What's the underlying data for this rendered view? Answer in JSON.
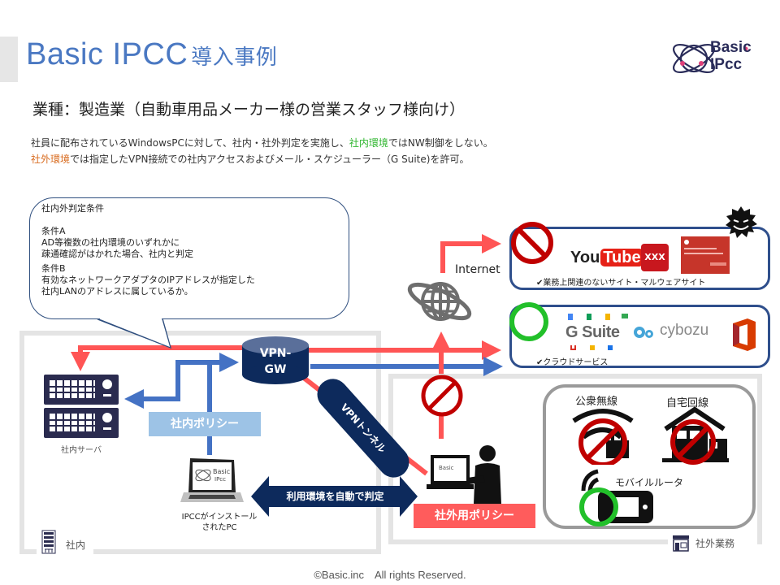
{
  "header": {
    "title_main": "Basic IPCC",
    "title_sub": "導入事例",
    "logo_line1": "Basic",
    "logo_line2": "IPcc"
  },
  "industry": "業種：製造業（自動車用品メーカー様の営業スタッフ様向け）",
  "description": {
    "line1_part1": "社員に配布されているWindowsPCに対して、社内・社外判定を実施し、",
    "line1_highlight": "社内環境",
    "line1_part2": "ではNW制御をしない。",
    "line2_highlight": "社外環境",
    "line2_part1": "では指定したVPN接続での社内アクセスおよびメール・スケジューラー（G Suite)を許可。",
    "colors": {
      "internal": "#2fb62f",
      "external": "#d86a1d"
    }
  },
  "conditions": {
    "title": "社内外判定条件",
    "a_label": "条件A",
    "a_line1": "AD等複数の社内環境のいずれかに",
    "a_line2": "疎通確認がはかれた場合、社内と判定",
    "b_label": "条件B",
    "b_line1": "有効なネットワークアダプタのIPアドレスが指定した",
    "b_line2": "社内LANのアドレスに属しているか。"
  },
  "internet_label": "Internet",
  "blocked_panel": {
    "caption": "✔業務上関連のないサイト・マルウェアサイト",
    "items": [
      "YouTube",
      "XXX",
      "warning-page"
    ],
    "status": "blocked"
  },
  "allowed_panel": {
    "caption": "✔クラウドサービス",
    "items": [
      "G Suite",
      "cybozu",
      "Office"
    ],
    "status": "allowed"
  },
  "vpn_gw": {
    "line1": "VPN-",
    "line2": "GW"
  },
  "vpn_tunnel": "VPNトンネル",
  "internal_server_label": "社内サーバ",
  "internal_policy": "社内ポリシー",
  "external_policy": "社外用ポリシー",
  "auto_detect": "利用環境を自動で判定",
  "pc_label_line1": "IPCCがインストール",
  "pc_label_line2": "されたPC",
  "zone_internal": "社内",
  "zone_external": "社外業務",
  "networks": {
    "public_wifi": {
      "label": "公衆無線",
      "status": "blocked"
    },
    "home_line": {
      "label": "自宅回線",
      "status": "blocked"
    },
    "mobile_router": {
      "label": "モバイルルータ",
      "status": "allowed"
    }
  },
  "colors": {
    "title_blue": "#4a78c2",
    "red_line": "#ff5555",
    "blue_line": "#4472c4",
    "navy": "#0d2a5c",
    "block_red": "#c00000",
    "allow_green": "#22c02a"
  },
  "footer": "©Basic.inc　All rights Reserved."
}
